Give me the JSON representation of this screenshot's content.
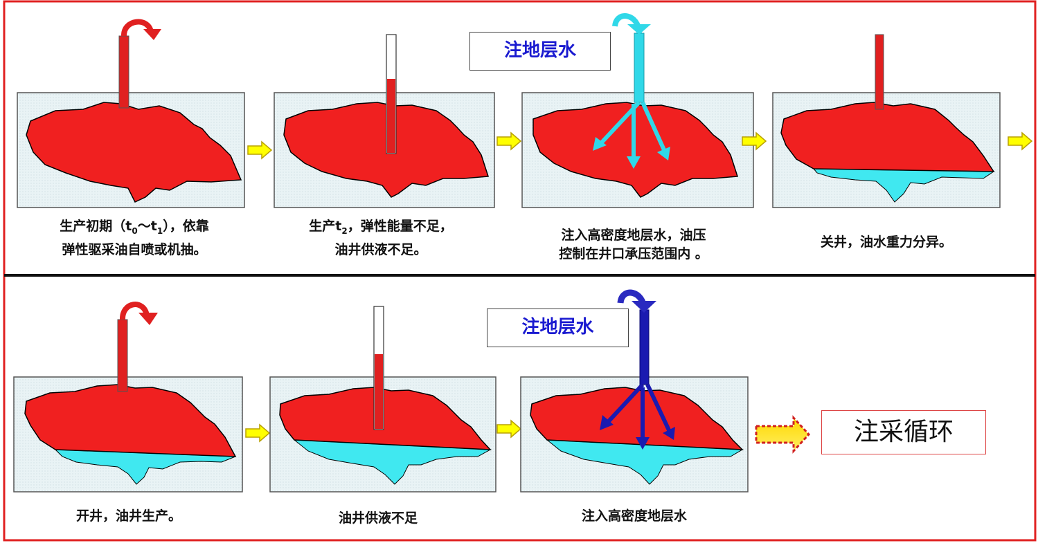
{
  "stage1": {
    "caption_line1_a": "生产初期（t",
    "caption_sub_a": "0",
    "caption_line1_b": "～t",
    "caption_sub_b": "1",
    "caption_line1_c": "），依靠",
    "caption_line2": "弹性驱采油自喷或机抽。"
  },
  "stage2": {
    "caption_line1_a": "生产t",
    "caption_sub": "2",
    "caption_line1_b": "，弹性能量不足，",
    "caption_line2": "油井供液不足。"
  },
  "stage3": {
    "inject_label": "注地层水",
    "caption_line1": "注入高密度地层水，油压",
    "caption_line2": "控制在井口承压范围内 。"
  },
  "stage4": {
    "caption": "关井，油水重力分异。"
  },
  "stage5": {
    "caption": "开井，油井生产。"
  },
  "stage6": {
    "caption": "油井供液不足"
  },
  "stage7": {
    "inject_label": "注地层水",
    "caption": "注入高密度地层水"
  },
  "cycle_label": "注采循环",
  "colors": {
    "frame": "#e02020",
    "oil": "#f02020",
    "water": "#40e8f0",
    "panel": "#e8f2f4",
    "arrow_fill": "#ffff00",
    "arrow_stroke": "#b8a000",
    "inject_cyan": "#30d8e8",
    "inject_blue": "#1a1ab0"
  }
}
